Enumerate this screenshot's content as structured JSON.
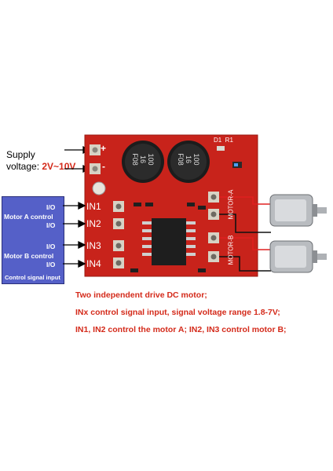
{
  "supply": {
    "label": "Supply",
    "voltage_prefix": "voltage:",
    "voltage_range": "2V~10V"
  },
  "board": {
    "cap_left": [
      "100",
      "16",
      "F08"
    ],
    "cap_right": [
      "100",
      "16",
      "F08"
    ],
    "led_labels": "D1  R1",
    "plus": "+",
    "minus": "-",
    "inputs": [
      "IN1",
      "IN2",
      "IN3",
      "IN4"
    ],
    "motor_a_label": "MOTOR-A",
    "motor_b_label": "MOTOR-B"
  },
  "control_panel": {
    "io_1": "I/O",
    "io_2": "I/O",
    "io_3": "I/O",
    "io_4": "I/O",
    "motor_a": "Motor A control",
    "motor_b": "Motor B control",
    "footer": "Control signal input"
  },
  "captions": {
    "line1": "Two independent drive DC motor;",
    "line2": "INx control signal input, signal voltage range 1.8-7V;",
    "line3": "IN1, IN2 control the motor A; IN2, IN3 control motor B;"
  },
  "colors": {
    "board": "#c8231b",
    "text_red": "#d42a1a",
    "panel": "#5560c8"
  }
}
